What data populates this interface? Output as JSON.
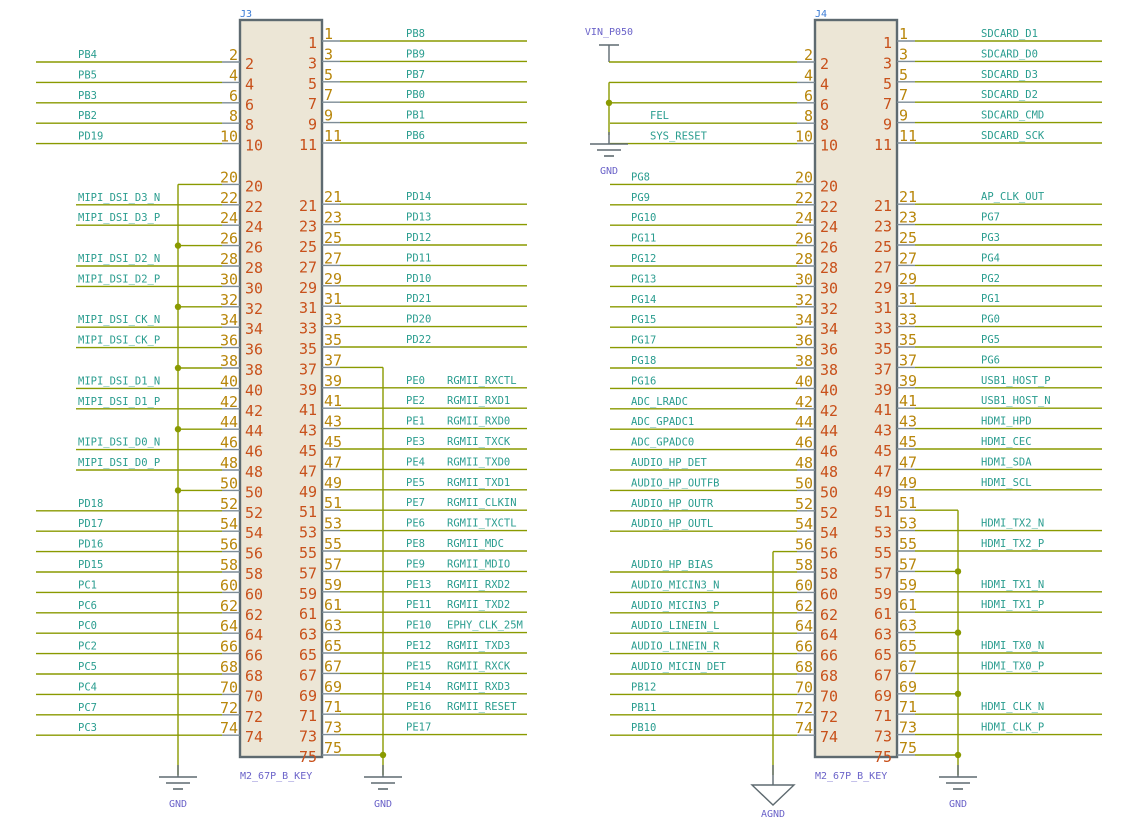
{
  "colors": {
    "wire": "#8a9a00",
    "pin_stub": "#7d8c96",
    "body_fill": "#ece6d6",
    "body_stroke": "#5e6a70",
    "net_label": "#2a9d8f",
    "pin_number_outer": "#b8860b",
    "pin_number_inner": "#c8501a",
    "ref": "#3a7bd5",
    "value": "#6b63c9",
    "power": "#6b63c9"
  },
  "connectors": [
    {
      "ref": "J3",
      "value": "M2_67P_B_KEY",
      "left_pins": [
        {
          "pin": "2",
          "net": "PB4"
        },
        {
          "pin": "4",
          "net": "PB5"
        },
        {
          "pin": "6",
          "net": "PB3"
        },
        {
          "pin": "8",
          "net": "PB2"
        },
        {
          "pin": "10",
          "net": "PD19"
        },
        {
          "pin": "20",
          "net": "",
          "gnd": true
        },
        {
          "pin": "22",
          "net": "MIPI_DSI_D3_N"
        },
        {
          "pin": "24",
          "net": "MIPI_DSI_D3_P"
        },
        {
          "pin": "26",
          "net": "",
          "gnd": true
        },
        {
          "pin": "28",
          "net": "MIPI_DSI_D2_N"
        },
        {
          "pin": "30",
          "net": "MIPI_DSI_D2_P"
        },
        {
          "pin": "32",
          "net": "",
          "gnd": true
        },
        {
          "pin": "34",
          "net": "MIPI_DSI_CK_N"
        },
        {
          "pin": "36",
          "net": "MIPI_DSI_CK_P"
        },
        {
          "pin": "38",
          "net": "",
          "gnd": true
        },
        {
          "pin": "40",
          "net": "MIPI_DSI_D1_N"
        },
        {
          "pin": "42",
          "net": "MIPI_DSI_D1_P"
        },
        {
          "pin": "44",
          "net": "",
          "gnd": true
        },
        {
          "pin": "46",
          "net": "MIPI_DSI_D0_N"
        },
        {
          "pin": "48",
          "net": "MIPI_DSI_D0_P"
        },
        {
          "pin": "50",
          "net": "",
          "gnd": true
        },
        {
          "pin": "52",
          "net": "PD18"
        },
        {
          "pin": "54",
          "net": "PD17"
        },
        {
          "pin": "56",
          "net": "PD16"
        },
        {
          "pin": "58",
          "net": "PD15"
        },
        {
          "pin": "60",
          "net": "PC1"
        },
        {
          "pin": "62",
          "net": "PC6"
        },
        {
          "pin": "64",
          "net": "PC0"
        },
        {
          "pin": "66",
          "net": "PC2"
        },
        {
          "pin": "68",
          "net": "PC5"
        },
        {
          "pin": "70",
          "net": "PC4"
        },
        {
          "pin": "72",
          "net": "PC7"
        },
        {
          "pin": "74",
          "net": "PC3"
        }
      ],
      "right_pins": [
        {
          "pin": "1",
          "net": "PB8"
        },
        {
          "pin": "3",
          "net": "PB9"
        },
        {
          "pin": "5",
          "net": "PB7"
        },
        {
          "pin": "7",
          "net": "PB0"
        },
        {
          "pin": "9",
          "net": "PB1"
        },
        {
          "pin": "11",
          "net": "PB6"
        },
        {
          "pin": "21",
          "net": "PD14"
        },
        {
          "pin": "23",
          "net": "PD13"
        },
        {
          "pin": "25",
          "net": "PD12"
        },
        {
          "pin": "27",
          "net": "PD11"
        },
        {
          "pin": "29",
          "net": "PD10"
        },
        {
          "pin": "31",
          "net": "PD21"
        },
        {
          "pin": "33",
          "net": "PD20"
        },
        {
          "pin": "35",
          "net": "PD22"
        },
        {
          "pin": "37",
          "net": "",
          "gnd": true
        },
        {
          "pin": "39",
          "net": "PE0",
          "alt": "RGMII_RXCTL"
        },
        {
          "pin": "41",
          "net": "PE2",
          "alt": "RGMII_RXD1"
        },
        {
          "pin": "43",
          "net": "PE1",
          "alt": "RGMII_RXD0"
        },
        {
          "pin": "45",
          "net": "PE3",
          "alt": "RGMII_TXCK"
        },
        {
          "pin": "47",
          "net": "PE4",
          "alt": "RGMII_TXD0"
        },
        {
          "pin": "49",
          "net": "PE5",
          "alt": "RGMII_TXD1"
        },
        {
          "pin": "51",
          "net": "PE7",
          "alt": "RGMII_CLKIN"
        },
        {
          "pin": "53",
          "net": "PE6",
          "alt": "RGMII_TXCTL"
        },
        {
          "pin": "55",
          "net": "PE8",
          "alt": "RGMII_MDC"
        },
        {
          "pin": "57",
          "net": "PE9",
          "alt": "RGMII_MDIO"
        },
        {
          "pin": "59",
          "net": "PE13",
          "alt": "RGMII_RXD2"
        },
        {
          "pin": "61",
          "net": "PE11",
          "alt": "RGMII_TXD2"
        },
        {
          "pin": "63",
          "net": "PE10",
          "alt": "EPHY_CLK_25M"
        },
        {
          "pin": "65",
          "net": "PE12",
          "alt": "RGMII_TXD3"
        },
        {
          "pin": "67",
          "net": "PE15",
          "alt": "RGMII_RXCK"
        },
        {
          "pin": "69",
          "net": "PE14",
          "alt": "RGMII_RXD3"
        },
        {
          "pin": "71",
          "net": "PE16",
          "alt": "RGMII_RESET"
        },
        {
          "pin": "73",
          "net": "PE17"
        },
        {
          "pin": "75",
          "net": "",
          "gnd": true
        }
      ],
      "left_ground": "GND",
      "right_ground": "GND"
    },
    {
      "ref": "J4",
      "value": "M2_67P_B_KEY",
      "left_pins": [
        {
          "pin": "2",
          "net": "",
          "power": true
        },
        {
          "pin": "4",
          "net": "",
          "gnd": true
        },
        {
          "pin": "6",
          "net": "",
          "gnd": true
        },
        {
          "pin": "8",
          "net": "FEL"
        },
        {
          "pin": "10",
          "net": "SYS_RESET"
        },
        {
          "pin": "20",
          "net": "PG8"
        },
        {
          "pin": "22",
          "net": "PG9"
        },
        {
          "pin": "24",
          "net": "PG10"
        },
        {
          "pin": "26",
          "net": "PG11"
        },
        {
          "pin": "28",
          "net": "PG12"
        },
        {
          "pin": "30",
          "net": "PG13"
        },
        {
          "pin": "32",
          "net": "PG14"
        },
        {
          "pin": "34",
          "net": "PG15"
        },
        {
          "pin": "36",
          "net": "PG17"
        },
        {
          "pin": "38",
          "net": "PG18"
        },
        {
          "pin": "40",
          "net": "PG16"
        },
        {
          "pin": "42",
          "net": "ADC_LRADC"
        },
        {
          "pin": "44",
          "net": "ADC_GPADC1"
        },
        {
          "pin": "46",
          "net": "ADC_GPADC0"
        },
        {
          "pin": "48",
          "net": "AUDIO_HP_DET"
        },
        {
          "pin": "50",
          "net": "AUDIO_HP_OUTFB"
        },
        {
          "pin": "52",
          "net": "AUDIO_HP_OUTR"
        },
        {
          "pin": "54",
          "net": "AUDIO_HP_OUTL"
        },
        {
          "pin": "56",
          "net": "",
          "agnd": true
        },
        {
          "pin": "58",
          "net": "AUDIO_HP_BIAS"
        },
        {
          "pin": "60",
          "net": "AUDIO_MICIN3_N"
        },
        {
          "pin": "62",
          "net": "AUDIO_MICIN3_P"
        },
        {
          "pin": "64",
          "net": "AUDIO_LINEIN_L"
        },
        {
          "pin": "66",
          "net": "AUDIO_LINEIN_R"
        },
        {
          "pin": "68",
          "net": "AUDIO_MICIN_DET"
        },
        {
          "pin": "70",
          "net": "PB12"
        },
        {
          "pin": "72",
          "net": "PB11"
        },
        {
          "pin": "74",
          "net": "PB10"
        }
      ],
      "right_pins": [
        {
          "pin": "1",
          "net": "SDCARD_D1"
        },
        {
          "pin": "3",
          "net": "SDCARD_D0"
        },
        {
          "pin": "5",
          "net": "SDCARD_D3"
        },
        {
          "pin": "7",
          "net": "SDCARD_D2"
        },
        {
          "pin": "9",
          "net": "SDCARD_CMD"
        },
        {
          "pin": "11",
          "net": "SDCARD_SCK"
        },
        {
          "pin": "21",
          "net": "AP_CLK_OUT"
        },
        {
          "pin": "23",
          "net": "PG7"
        },
        {
          "pin": "25",
          "net": "PG3"
        },
        {
          "pin": "27",
          "net": "PG4"
        },
        {
          "pin": "29",
          "net": "PG2"
        },
        {
          "pin": "31",
          "net": "PG1"
        },
        {
          "pin": "33",
          "net": "PG0"
        },
        {
          "pin": "35",
          "net": "PG5"
        },
        {
          "pin": "37",
          "net": "PG6"
        },
        {
          "pin": "39",
          "net": "USB1_HOST_P"
        },
        {
          "pin": "41",
          "net": "USB1_HOST_N"
        },
        {
          "pin": "43",
          "net": "HDMI_HPD"
        },
        {
          "pin": "45",
          "net": "HDMI_CEC"
        },
        {
          "pin": "47",
          "net": "HDMI_SDA"
        },
        {
          "pin": "49",
          "net": "HDMI_SCL"
        },
        {
          "pin": "51",
          "net": "",
          "gnd": true
        },
        {
          "pin": "53",
          "net": "HDMI_TX2_N"
        },
        {
          "pin": "55",
          "net": "HDMI_TX2_P"
        },
        {
          "pin": "57",
          "net": "",
          "gnd": true
        },
        {
          "pin": "59",
          "net": "HDMI_TX1_N"
        },
        {
          "pin": "61",
          "net": "HDMI_TX1_P"
        },
        {
          "pin": "63",
          "net": "",
          "gnd": true
        },
        {
          "pin": "65",
          "net": "HDMI_TX0_N"
        },
        {
          "pin": "67",
          "net": "HDMI_TX0_P"
        },
        {
          "pin": "69",
          "net": "",
          "gnd": true
        },
        {
          "pin": "71",
          "net": "HDMI_CLK_N"
        },
        {
          "pin": "73",
          "net": "HDMI_CLK_P"
        },
        {
          "pin": "75",
          "net": "",
          "gnd": true
        }
      ],
      "power_label": "VIN_P050",
      "top_ground": "GND",
      "left_ground": "AGND",
      "right_ground": "GND"
    }
  ]
}
